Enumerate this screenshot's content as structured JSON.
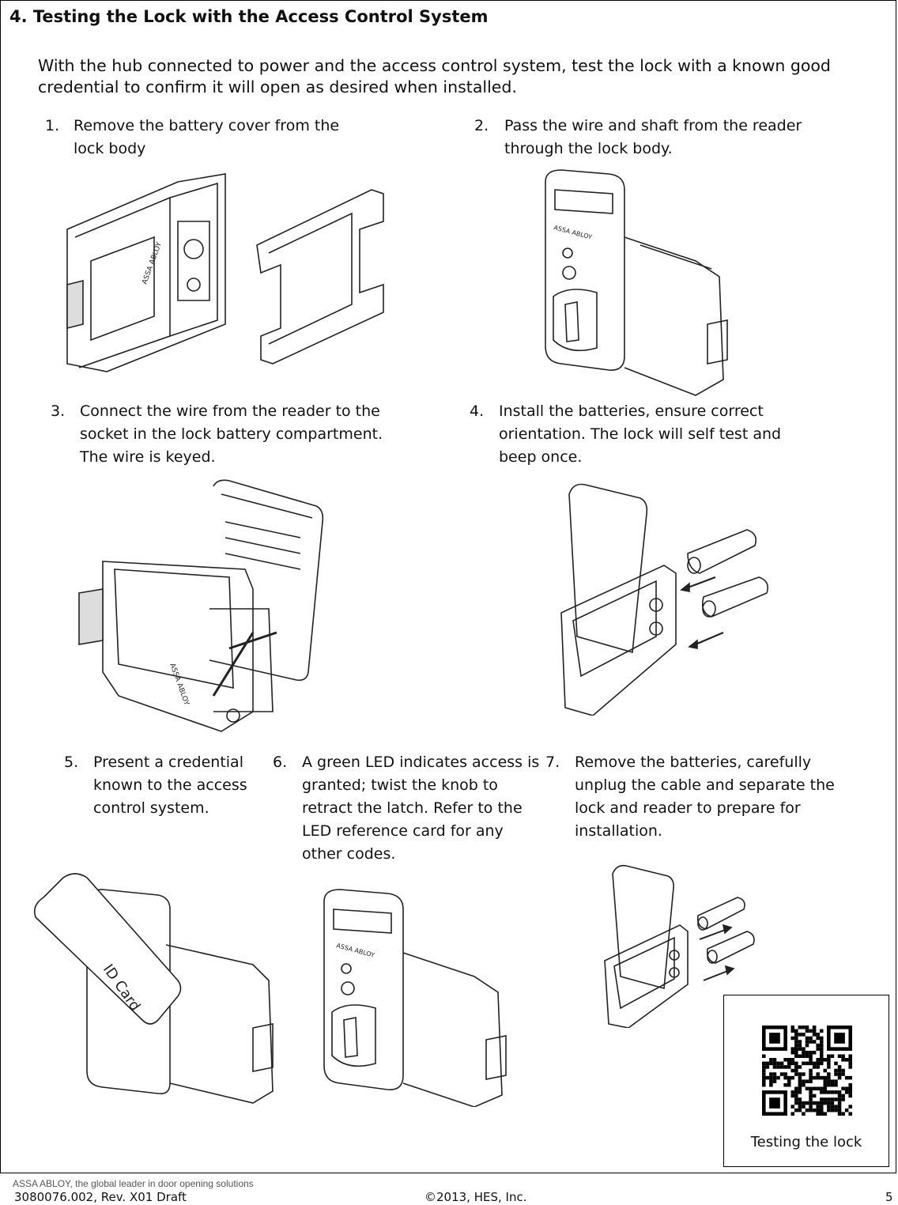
{
  "heading": "4. Testing the Lock with the Access Control System",
  "intro": "With the hub connected to power and the access control system, test the lock with a known good credential to confirm it will open as desired when installed.",
  "steps": [
    {
      "num": "1.",
      "text": "Remove the battery cover from the lock body"
    },
    {
      "num": "2.",
      "text": "Pass the wire and shaft from the reader through the lock body."
    },
    {
      "num": "3.",
      "text": "Connect the wire from the reader to the socket in the lock battery compartment.  The wire is keyed."
    },
    {
      "num": "4.",
      "text": "Install the batteries, ensure correct orientation.  The lock will self test and beep once."
    },
    {
      "num": "5.",
      "text": "Present a credential known to the access control system."
    },
    {
      "num": "6.",
      "text": "A green LED indicates access is granted; twist the knob to retract the latch. Refer to the LED reference card for any other codes."
    },
    {
      "num": "7.",
      "text": "Remove the batteries, carefully unplug the cable and separate the lock and reader to prepare for installation."
    }
  ],
  "illustration_labels": {
    "brand": "ASSA ABLOY",
    "card": "ID Card"
  },
  "qr": {
    "caption": "Testing the lock"
  },
  "footer": {
    "tagline": "ASSA ABLOY, the global leader in door opening solutions",
    "doc_number": "3080076.002, Rev. X01 Draft",
    "copyright": "©2013, HES, Inc.",
    "page": "5"
  }
}
